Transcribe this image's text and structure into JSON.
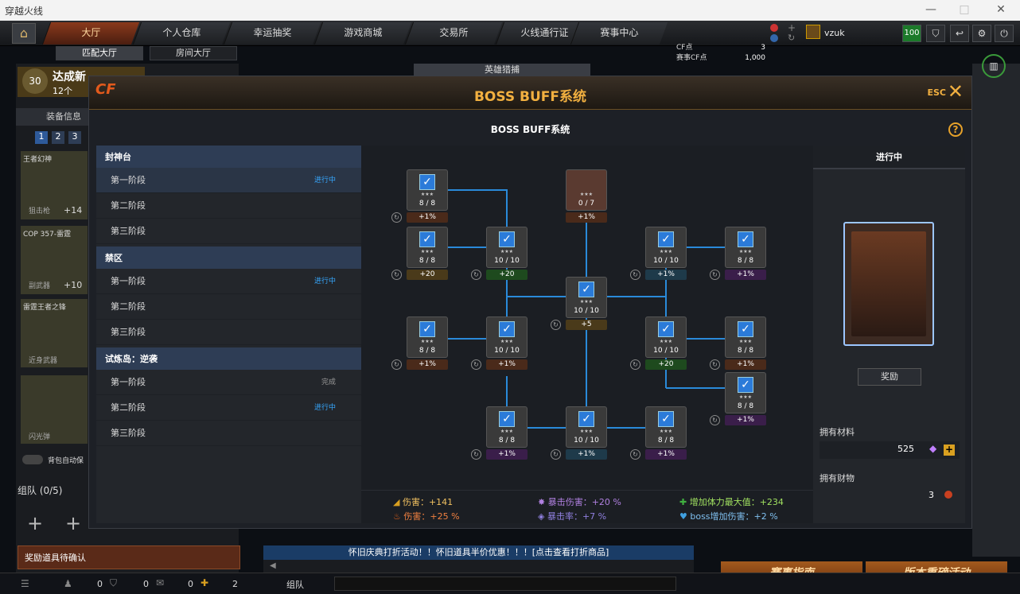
{
  "window": {
    "title": "穿越火线"
  },
  "nav": {
    "tabs": [
      "大厅",
      "个人仓库",
      "幸运抽奖",
      "游戏商城",
      "交易所",
      "火线通行证",
      "赛事中心"
    ],
    "subtabs": [
      "匹配大厅",
      "房间大厅"
    ],
    "cf_label": "CF点",
    "match_cf_label": "赛事CF点",
    "cf_value": "3",
    "match_cf_value": "1,000",
    "username": "vzuk",
    "level": "100"
  },
  "modal": {
    "title": "BOSS BUFF系统",
    "esc": "ESC",
    "subtitle": "BOSS BUFF系统",
    "help": "?"
  },
  "left_panel": {
    "sections": [
      {
        "title": "封神台",
        "stages": [
          {
            "label": "第一阶段",
            "status": "进行中"
          },
          {
            "label": "第二阶段",
            "status": ""
          },
          {
            "label": "第三阶段",
            "status": ""
          }
        ]
      },
      {
        "title": "禁区",
        "stages": [
          {
            "label": "第一阶段",
            "status": "进行中"
          },
          {
            "label": "第二阶段",
            "status": ""
          },
          {
            "label": "第三阶段",
            "status": ""
          }
        ]
      },
      {
        "title": "试炼岛：逆袭",
        "stages": [
          {
            "label": "第一阶段",
            "status": "完成"
          },
          {
            "label": "第二阶段",
            "status": "进行中"
          },
          {
            "label": "第三阶段",
            "status": ""
          }
        ]
      }
    ]
  },
  "tree": {
    "nodes": [
      {
        "count": "8 / 8",
        "bonus": "+1%",
        "kind": "fire"
      },
      {
        "count": "0 / 7",
        "bonus": "+1%",
        "kind": "fire"
      },
      {
        "count": "8 / 8",
        "bonus": "+20",
        "kind": "atk"
      },
      {
        "count": "10 / 10",
        "bonus": "+20",
        "kind": "hp"
      },
      {
        "count": "10 / 10",
        "bonus": "+1%",
        "kind": "boss"
      },
      {
        "count": "8 / 8",
        "bonus": "+1%",
        "kind": "crit"
      },
      {
        "count": "10 / 10",
        "bonus": "+5",
        "kind": "atk"
      },
      {
        "count": "8 / 8",
        "bonus": "+1%",
        "kind": "fire"
      },
      {
        "count": "10 / 10",
        "bonus": "+1%",
        "kind": "fire"
      },
      {
        "count": "10 / 10",
        "bonus": "+20",
        "kind": "hp"
      },
      {
        "count": "8 / 8",
        "bonus": "+1%",
        "kind": "fire"
      },
      {
        "count": "8 / 8",
        "bonus": "+1%",
        "kind": "crit"
      },
      {
        "count": "8 / 8",
        "bonus": "+1%",
        "kind": "crit"
      },
      {
        "count": "10 / 10",
        "bonus": "+1%",
        "kind": "boss"
      },
      {
        "count": "8 / 8",
        "bonus": "+1%",
        "kind": "crit"
      }
    ]
  },
  "stats": {
    "atk": "伤害：+141",
    "fire": "伤害：+25 %",
    "crit_dmg": "暴击伤害：+20 %",
    "crit_rate": "暴击率：+7 %",
    "hp": "增加体力最大值：+234",
    "boss": "boss增加伤害：+2 %"
  },
  "right_panel": {
    "header": "进行中",
    "reward_button": "奖励",
    "materials_label": "拥有材料",
    "materials_value": "525",
    "wealth_label": "拥有财物",
    "wealth_value": "3"
  },
  "background": {
    "banner": "达成新",
    "banner_count": "12个",
    "equip": "装备信息",
    "pages": [
      "1",
      "2",
      "3"
    ],
    "item1": "王者幻神",
    "item1_tag": "狙击枪",
    "item1_val": "+14",
    "item2": "COP 357-雷霆",
    "item2_tag": "副武器",
    "item2_val": "+10",
    "item3": "雷霆王者之锋",
    "item3_tag": "近身武器",
    "item4_tag": "闪光弹",
    "auto_label": "背包自动保",
    "team": "组队 (0/5)",
    "reward_confirm": "奖励道具待确认",
    "marquee": "怀旧庆典打折活动！！怀旧道具半价优惠！！！[点击查看打折商品]",
    "chat_channel": "组队",
    "btn_guide": "赛事指南",
    "btn_event": "版本重磅活动",
    "bottom_counts": [
      "0",
      "0",
      "0",
      "2"
    ],
    "search_tab": "英雄猎捕"
  },
  "colors": {
    "accent": "#f2b040",
    "status_blue": "#36a8ff",
    "section_bg": "#2e3d55"
  }
}
